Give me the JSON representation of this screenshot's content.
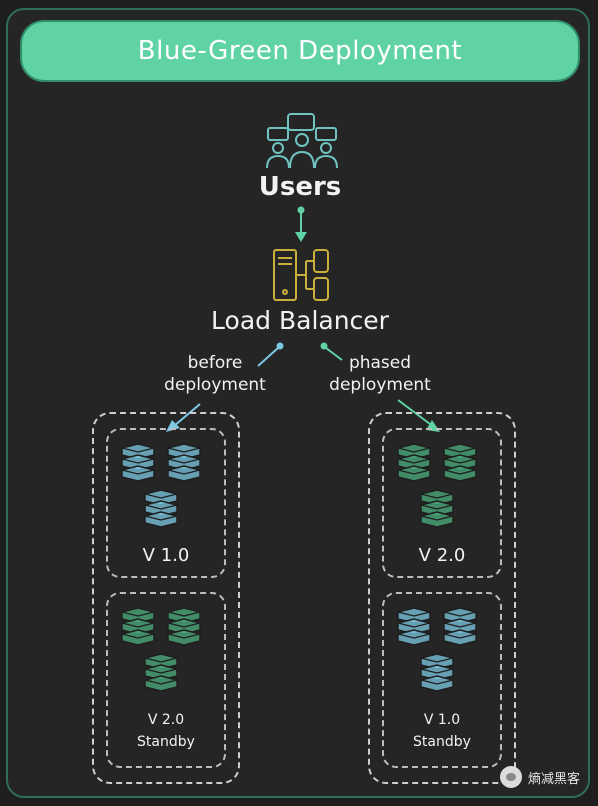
{
  "title": "Blue-Green Deployment",
  "users": {
    "label": "Users",
    "icon": "users-group-icon"
  },
  "load_balancer": {
    "label": "Load Balancer",
    "icon": "load-balancer-icon"
  },
  "edges": {
    "before": "before\ndeployment",
    "phased": "phased\ndeployment"
  },
  "left_group": {
    "active_version": "V 1.0",
    "standby_version": "V 2.0",
    "standby_label": "Standby"
  },
  "right_group": {
    "active_version": "V 2.0",
    "standby_version": "V 1.0",
    "standby_label": "Standby"
  },
  "colors": {
    "accent_green": "#5fd3a3",
    "blue_server": "#7ec8e3",
    "green_server": "#4caf7f",
    "lb_yellow": "#c9b03a",
    "users_teal": "#6fc3c0"
  },
  "watermark": "熵减黑客"
}
